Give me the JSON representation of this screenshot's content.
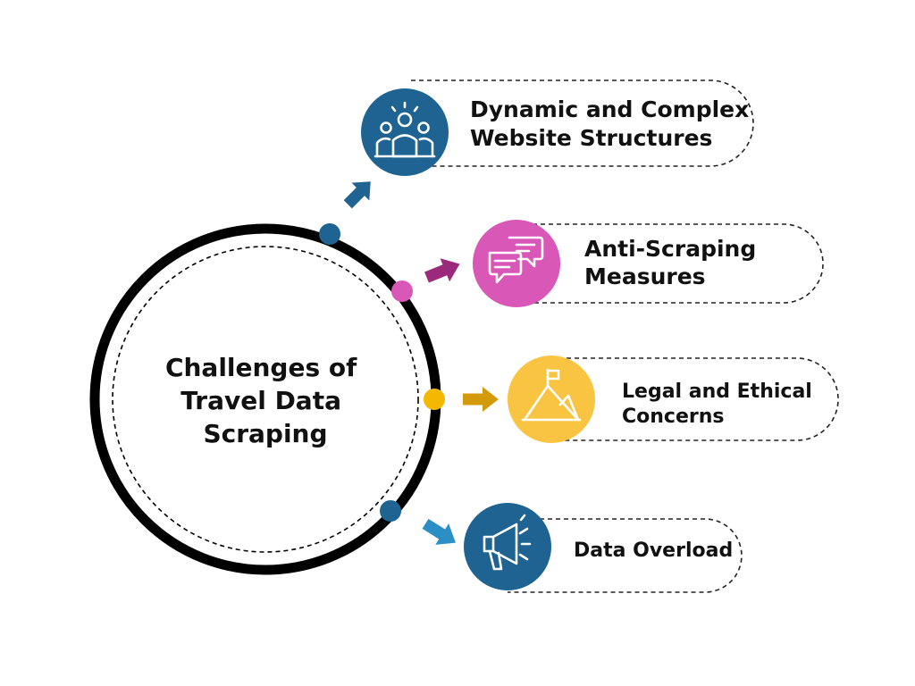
{
  "center": {
    "lines": [
      "Challenges of",
      "Travel Data",
      "Scraping"
    ]
  },
  "items": [
    {
      "lines": [
        "Dynamic and Complex",
        "Website Structures"
      ],
      "icon": "team-people-icon",
      "color": "#1e6391",
      "arrow_color": "#1e6391"
    },
    {
      "lines": [
        "Anti-Scraping",
        "Measures"
      ],
      "icon": "chat-bubbles-icon",
      "color": "#d957b7",
      "arrow_color": "#9b2a7d"
    },
    {
      "lines": [
        "Legal and Ethical",
        "Concerns"
      ],
      "icon": "mountain-flag-icon",
      "color": "#f9c442",
      "arrow_color": "#d39b0a"
    },
    {
      "lines": [
        "Data Overload"
      ],
      "icon": "megaphone-icon",
      "color": "#1e6391",
      "arrow_color": "#2b8fc6"
    }
  ]
}
